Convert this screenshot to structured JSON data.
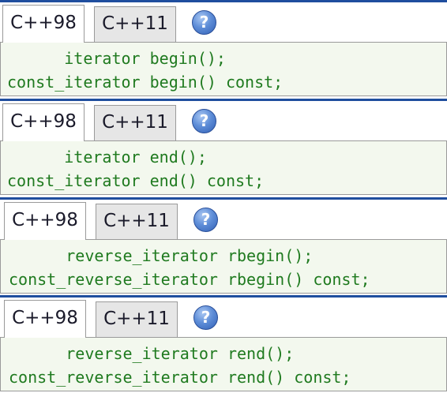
{
  "help_icon_glyph": "?",
  "panels": [
    {
      "tabs": [
        "C++98",
        "C++11"
      ],
      "active_tab": "C++98",
      "lines": [
        "      iterator begin();",
        "const_iterator begin() const;"
      ]
    },
    {
      "tabs": [
        "C++98",
        "C++11"
      ],
      "active_tab": "C++98",
      "lines": [
        "      iterator end();",
        "const_iterator end() const;"
      ]
    },
    {
      "tabs": [
        "C++98",
        "C++11"
      ],
      "active_tab": "C++98",
      "lines": [
        "      reverse_iterator rbegin();",
        "const_reverse_iterator rbegin() const;"
      ]
    },
    {
      "tabs": [
        "C++98",
        "C++11"
      ],
      "active_tab": "C++98",
      "lines": [
        "      reverse_iterator rend();",
        "const_reverse_iterator rend() const;"
      ]
    }
  ],
  "colors": {
    "accent": "#1f4e9e",
    "code_text": "#1f7a1f",
    "code_background": "#f3f8ee",
    "inactive_tab": "#e6e6e6"
  },
  "icons": {
    "help": "question-mark-circle"
  }
}
